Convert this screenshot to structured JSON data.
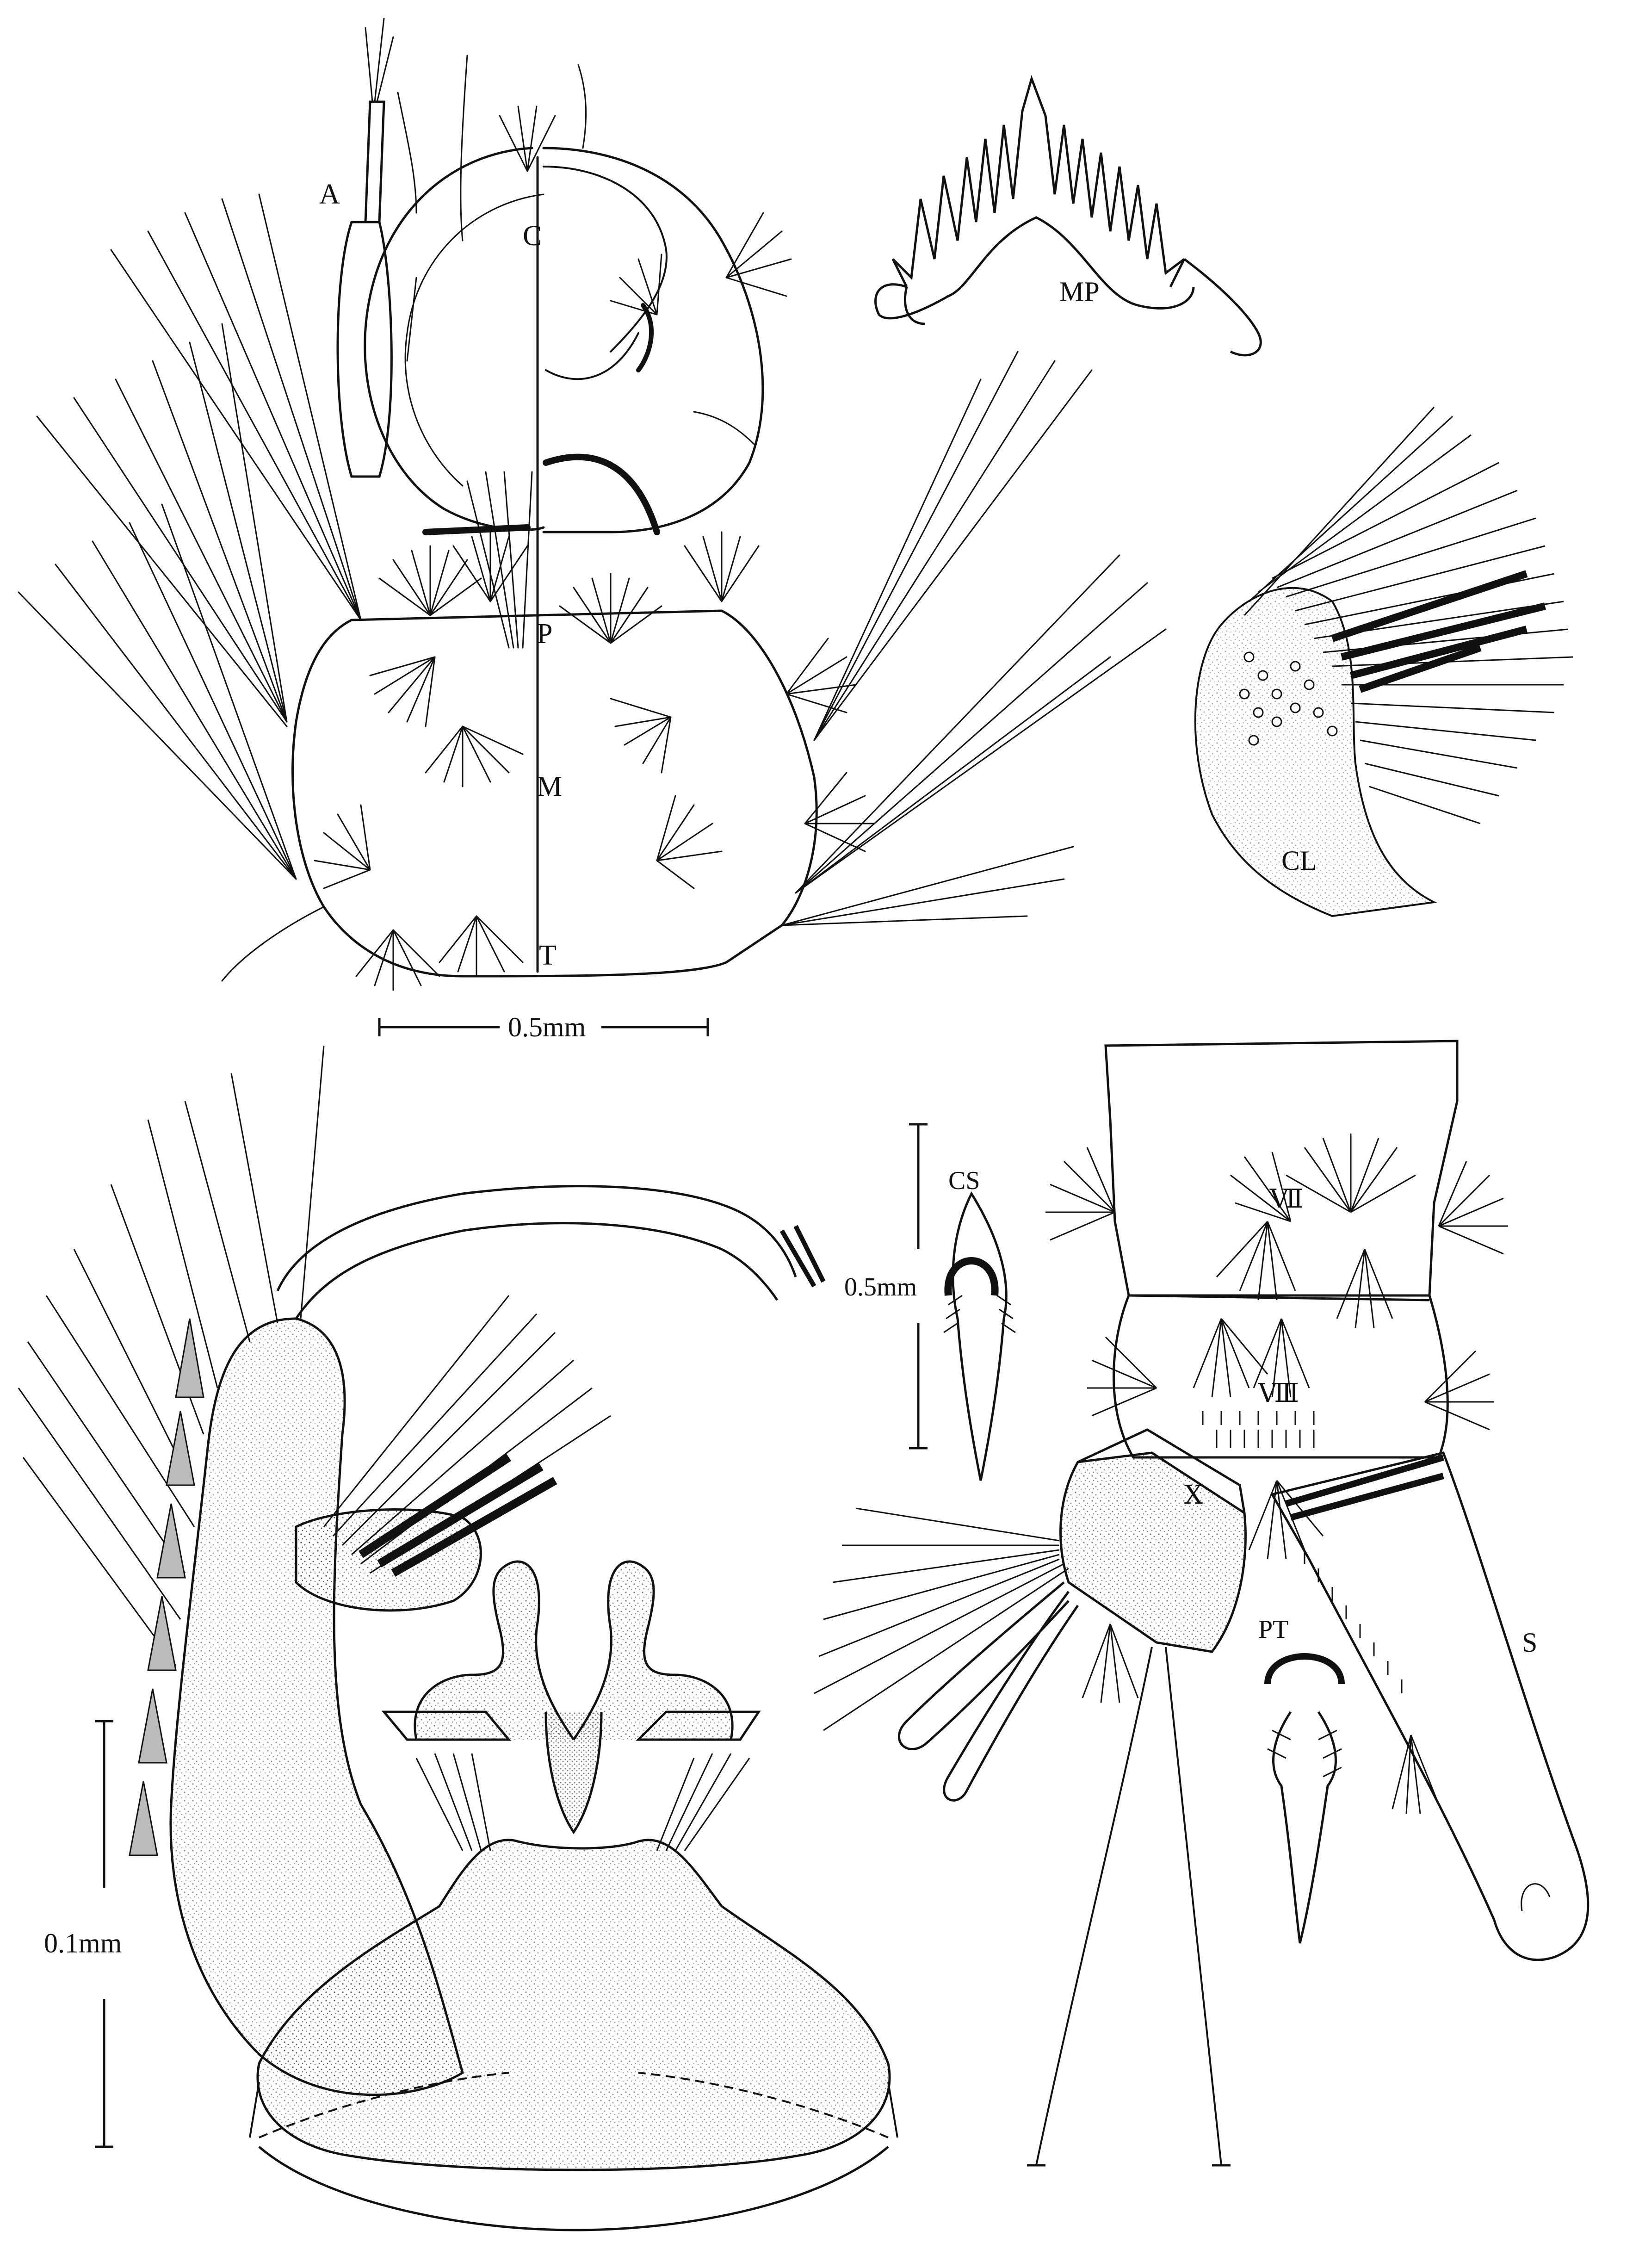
{
  "labels": {
    "antenna": "A",
    "head": "C",
    "prothorax": "P",
    "mesothorax": "M",
    "metathorax": "T",
    "mentum_plate": "MP",
    "comb_lobe": "CL",
    "comb_scale": "CS",
    "seg7": "Ⅶ",
    "seg8": "Ⅷ",
    "seg10": "Ⅹ",
    "siphon": "S",
    "pecten_tooth": "PT"
  },
  "scale_bars": {
    "top": "0.5mm",
    "middle": "0.5mm",
    "left": "0.1mm"
  }
}
